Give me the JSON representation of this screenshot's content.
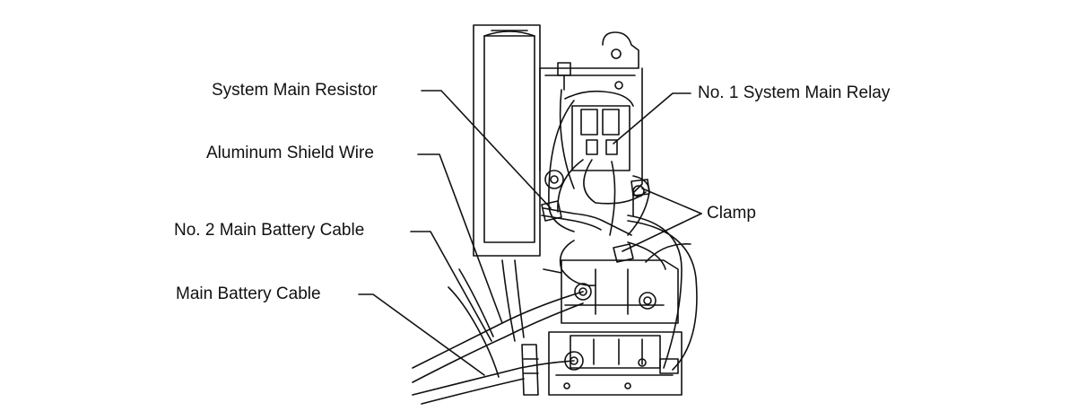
{
  "labels": {
    "system_main_resistor": "System Main Resistor",
    "aluminum_shield_wire": "Aluminum Shield Wire",
    "no2_main_battery_cable": "No. 2 Main Battery Cable",
    "main_battery_cable": "Main Battery Cable",
    "no1_system_main_relay": "No. 1 System Main Relay",
    "clamp": "Clamp"
  },
  "colors": {
    "line": "#111111",
    "background": "#ffffff"
  }
}
